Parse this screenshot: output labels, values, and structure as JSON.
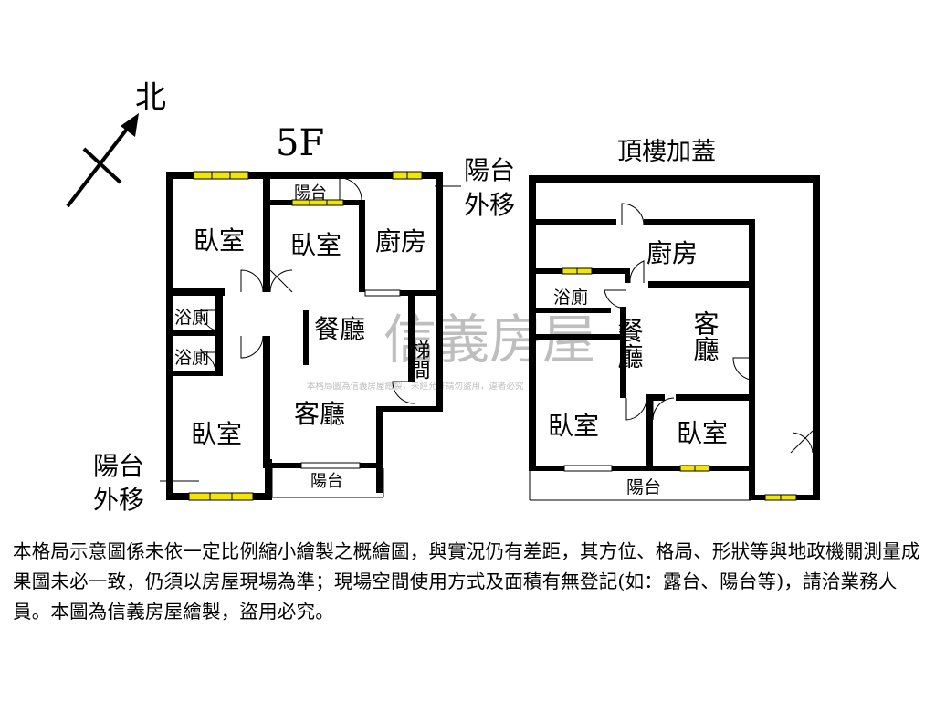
{
  "compass": {
    "north": "北"
  },
  "floor5": {
    "title": "5F",
    "rooms": {
      "bedroom_nw": "臥室",
      "bedroom_mid": "臥室",
      "kitchen": "廚房",
      "balcony_top": "陽台",
      "bath_1": "浴廁",
      "bath_2": "浴廁",
      "dining": "餐廳",
      "stair": "梯間",
      "living": "客廳",
      "bedroom_sw": "臥室",
      "balcony_bottom": "陽台"
    },
    "notes": {
      "balcony_move_top": [
        "陽台",
        "外移"
      ],
      "balcony_move_left": [
        "陽台",
        "外移"
      ]
    }
  },
  "roof": {
    "title": "頂樓加蓋",
    "rooms": {
      "kitchen": "廚房",
      "bath": "浴廁",
      "dining": "餐廳",
      "living": "客廳",
      "bedroom_left": "臥室",
      "bedroom_right": "臥室",
      "balcony": "陽台"
    }
  },
  "watermark": {
    "brand": "信義房屋",
    "notice": "本格局圖為信義房屋繪製，未經允許請勿盜用，違者必究"
  },
  "disclaimer": "本格局示意圖係未依一定比例縮小繪製之概繪圖，與實況仍有差距，其方位、格局、形狀等與地政機關測量成果圖未必一致，仍須以房屋現場為準；現場空間使用方式及面積有無登記(如：露台、陽台等)，請洽業務人員。本圖為信義房屋繪製，盜用必究。"
}
